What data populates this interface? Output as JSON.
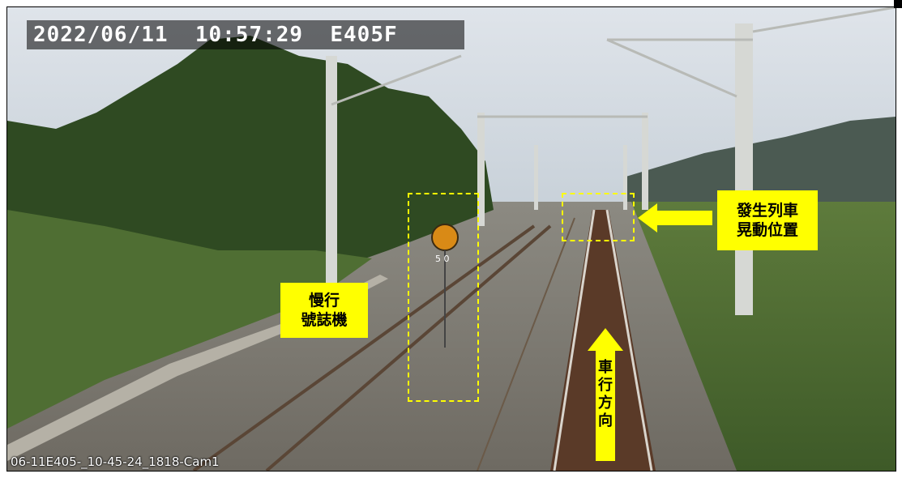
{
  "osd": {
    "timestamp": "2022/06/11  10:57:29  E405F"
  },
  "camera_label": "06-11E405-_10-45-24_1818-Cam1",
  "annotations": {
    "slow_signal": {
      "line1": "慢行",
      "line2": "號誌機"
    },
    "sway_position": {
      "line1": "發生列車",
      "line2": "晃動位置"
    },
    "direction": {
      "chars": [
        "車",
        "行",
        "方",
        "向"
      ]
    },
    "sign_text": "5 0"
  },
  "colors": {
    "highlight": "#ffff00",
    "osd_background": "#000000",
    "sky": "#cfd6dc",
    "vegetation": "#3d5a2a",
    "ballast": "#8a857c"
  }
}
